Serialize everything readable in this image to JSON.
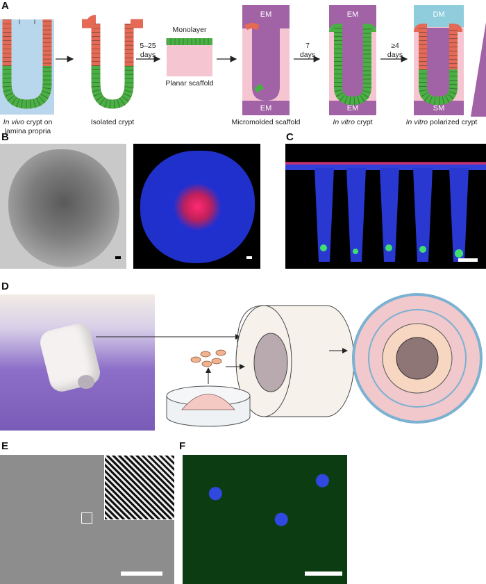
{
  "panel_labels": {
    "a": "A",
    "b": "B",
    "c": "C",
    "d": "D",
    "e": "E",
    "f": "F"
  },
  "panel_a": {
    "stage1_caption_italic": "In vivo",
    "stage1_caption_rest": " crypt on",
    "stage1_caption_line2": "lamina propria",
    "stage2_caption": "Isolated crypt",
    "arrow1_days_line1": "5–25",
    "arrow1_days_line2": "days",
    "monolayer_label": "Monolayer",
    "planar_label": "Planar scaffold",
    "stage4_caption": "Micromolded scaffold",
    "arrow2_days_line1": "7",
    "arrow2_days_line2": "days",
    "stage5_caption_italic": "In vitro",
    "stage5_caption_rest": " crypt",
    "arrow3_days_line1": "≥4",
    "arrow3_days_line2": "days",
    "stage6_caption_italic": "In vitro",
    "stage6_caption_rest": " polarized crypt",
    "em_label": "EM",
    "dm_label": "DM",
    "sm_label": "SM"
  },
  "colors": {
    "lamina_blue": "#b9d7ec",
    "cell_red": "#e56a55",
    "cell_green": "#49b043",
    "scaffold_pink": "#f5c6d1",
    "em_purple": "#a262a6",
    "dm_blue": "#8fcddc",
    "glove_purple": "#8d6fc9",
    "fluor_blue": "#2030d0",
    "fluor_green": "#40e070",
    "fluor_red": "#ff2a70"
  }
}
